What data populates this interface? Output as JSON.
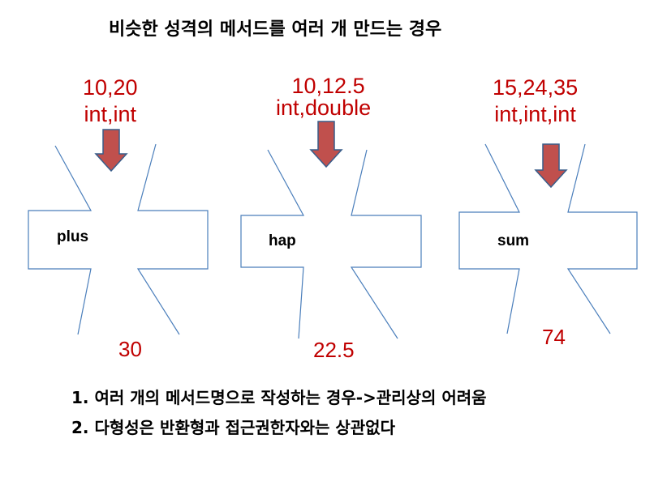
{
  "title": "비슷한 성격의 메서드를 여러 개 만드는 경우",
  "methods": [
    {
      "name": "plus",
      "input_values": "10,20",
      "input_types": "int,int",
      "result": "30"
    },
    {
      "name": "hap",
      "input_values": "10,12.5",
      "input_types": "int,double",
      "result": "22.5"
    },
    {
      "name": "sum",
      "input_values": "15,24,35",
      "input_types": "int,int,int",
      "result": "74"
    }
  ],
  "notes": [
    "1. 여러 개의 메서드명으로 작성하는 경우->관리상의 어려움",
    "2. 다형성은 반환형과 접근권한자와는 상관없다"
  ],
  "colors": {
    "arrow_fill": "#c0504d",
    "arrow_stroke": "#385d8a",
    "shape_stroke": "#4a7ebb",
    "value_text": "#c00000"
  }
}
